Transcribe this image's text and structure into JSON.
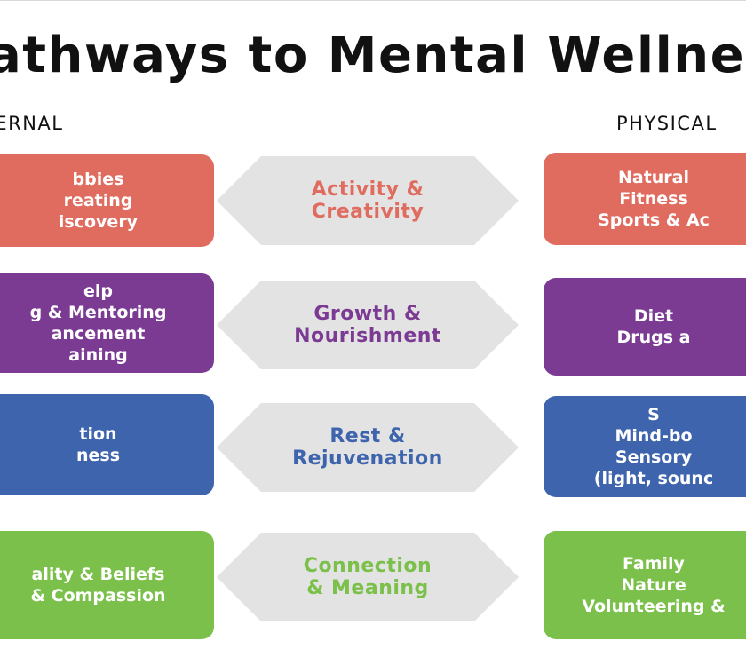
{
  "title": "athways to Mental Wellnes",
  "headers": {
    "left": "TERNAL",
    "right": "PHYSICAL"
  },
  "colors": {
    "activity": "#e06b5f",
    "growth": "#7b3b93",
    "rest": "#3e64ad",
    "connection": "#7bc04a",
    "hexagon": "#e3e3e3"
  },
  "rows": [
    {
      "left": [
        "bbies",
        "reating",
        "iscovery"
      ],
      "center": [
        "Activity &",
        "Creativity"
      ],
      "right": [
        "Natural",
        "Fitness",
        "Sports & Ac"
      ]
    },
    {
      "left": [
        "elp",
        "g & Mentoring",
        "ancement",
        "aining"
      ],
      "center": [
        "Growth &",
        "Nourishment"
      ],
      "right": [
        "Diet",
        "Drugs a"
      ]
    },
    {
      "left": [
        "tion",
        "ness"
      ],
      "center": [
        "Rest &",
        "Rejuvenation"
      ],
      "right": [
        "S",
        "Mind-bo",
        "Sensory",
        "(light, sounc"
      ]
    },
    {
      "left": [
        "ality & Beliefs",
        "& Compassion"
      ],
      "center": [
        "Connection",
        "& Meaning"
      ],
      "right": [
        "Family",
        "Nature",
        "Volunteering &"
      ]
    }
  ]
}
